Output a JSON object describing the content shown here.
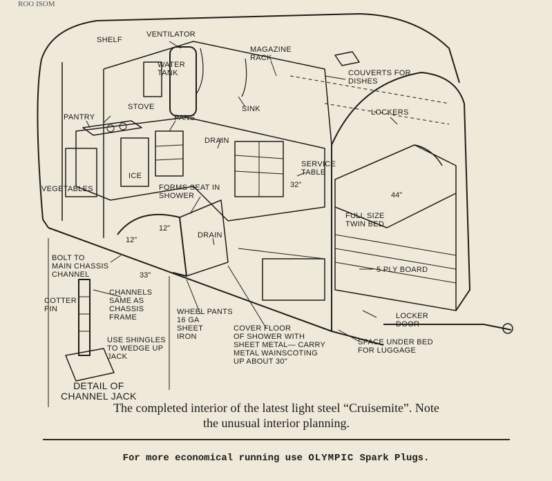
{
  "header_fragment": "ROO ISOM",
  "labels": {
    "shelf": "SHELF",
    "ventilator": "VENTILATOR",
    "magazine_rack": "MAGAZINE\nRACK",
    "water_tank": "WATER\nTANK",
    "couverts": "COUVERTS FOR\nDISHES",
    "stove": "STOVE",
    "pantry": "PANTRY",
    "sink": "SINK",
    "lockers": "LOCKERS",
    "pans": "PANS",
    "drain_top": "DRAIN",
    "service_table": "SERVICE\nTABLE",
    "ice": "ICE",
    "vegetables": "VEGETABLES",
    "forms_seat": "FORMS SEAT IN\nSHOWER",
    "full_size_bed": "FULL SIZE\nTWIN BED",
    "drain_shower": "DRAIN",
    "bolt_chassis": "BOLT TO\nMAIN CHASSIS\nCHANNEL",
    "five_ply": "5 PLY BOARD",
    "cotter_pin": "COTTER\nPIN",
    "channels_same": "CHANNELS\nSAME AS\nCHASSIS\nFRAME",
    "wheel_pants": "WHEEL PANTS\n16 GA\nSHEET\nIRON",
    "cover_floor": "COVER FLOOR\nOF SHOWER WITH\nSHEET METAL— CARRY\nMETAL WAINSCOTING\nUP ABOUT 30\"",
    "locker_door": "LOCKER\nDOOR",
    "use_shingles": "USE SHINGLES\nTO WEDGE UP\nJACK",
    "space_under_bed": "SPACE UNDER BED\nFOR LUGGAGE",
    "detail_channel_jack": "DETAIL OF\nCHANNEL JACK"
  },
  "dimensions": {
    "d44": "44\"",
    "d32": "32\"",
    "d12a": "12\"",
    "d12b": "12\"",
    "d33": "33\""
  },
  "caption": {
    "line1": "The completed interior of the latest light steel “Cruisemite”.  Note",
    "line2": "the unusual interior planning."
  },
  "footer": {
    "prefix": "For more economical running use ",
    "brand": "OLYMPIC",
    "suffix": " Spark Plugs."
  }
}
